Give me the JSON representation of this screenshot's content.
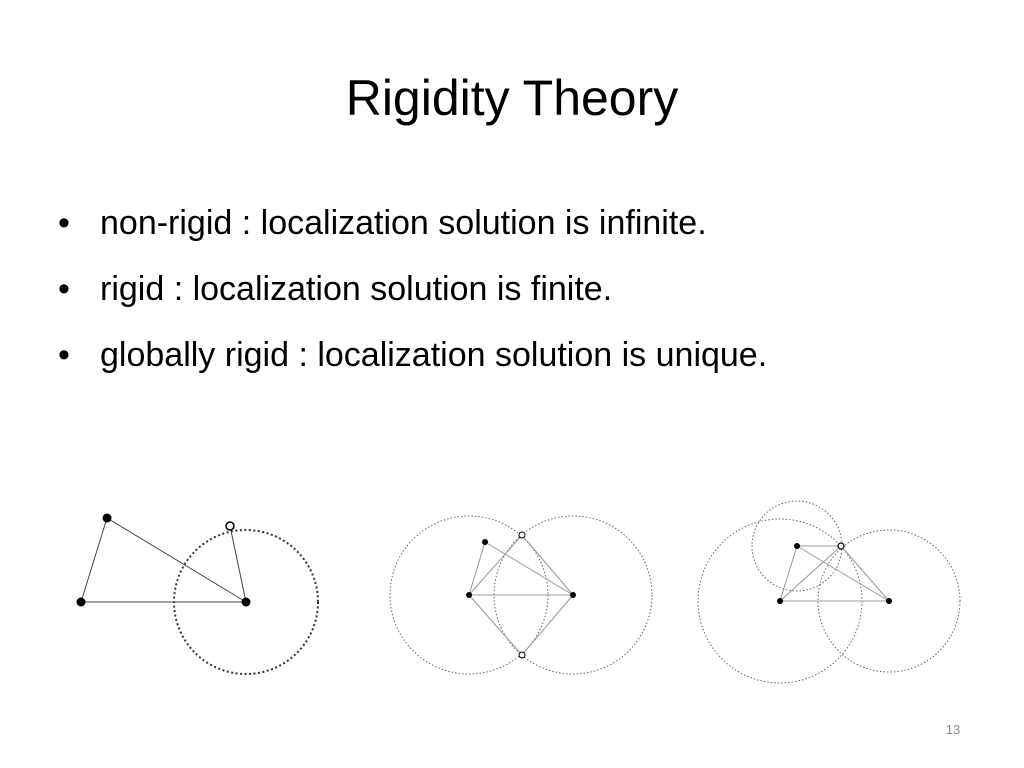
{
  "slide": {
    "title": "Rigidity Theory",
    "bullet_symbol": "•",
    "bullets": [
      "non-rigid : localization solution is infinite.",
      "rigid : localization solution is finite.",
      "globally rigid : localization solution is unique."
    ],
    "page_number": "13"
  }
}
